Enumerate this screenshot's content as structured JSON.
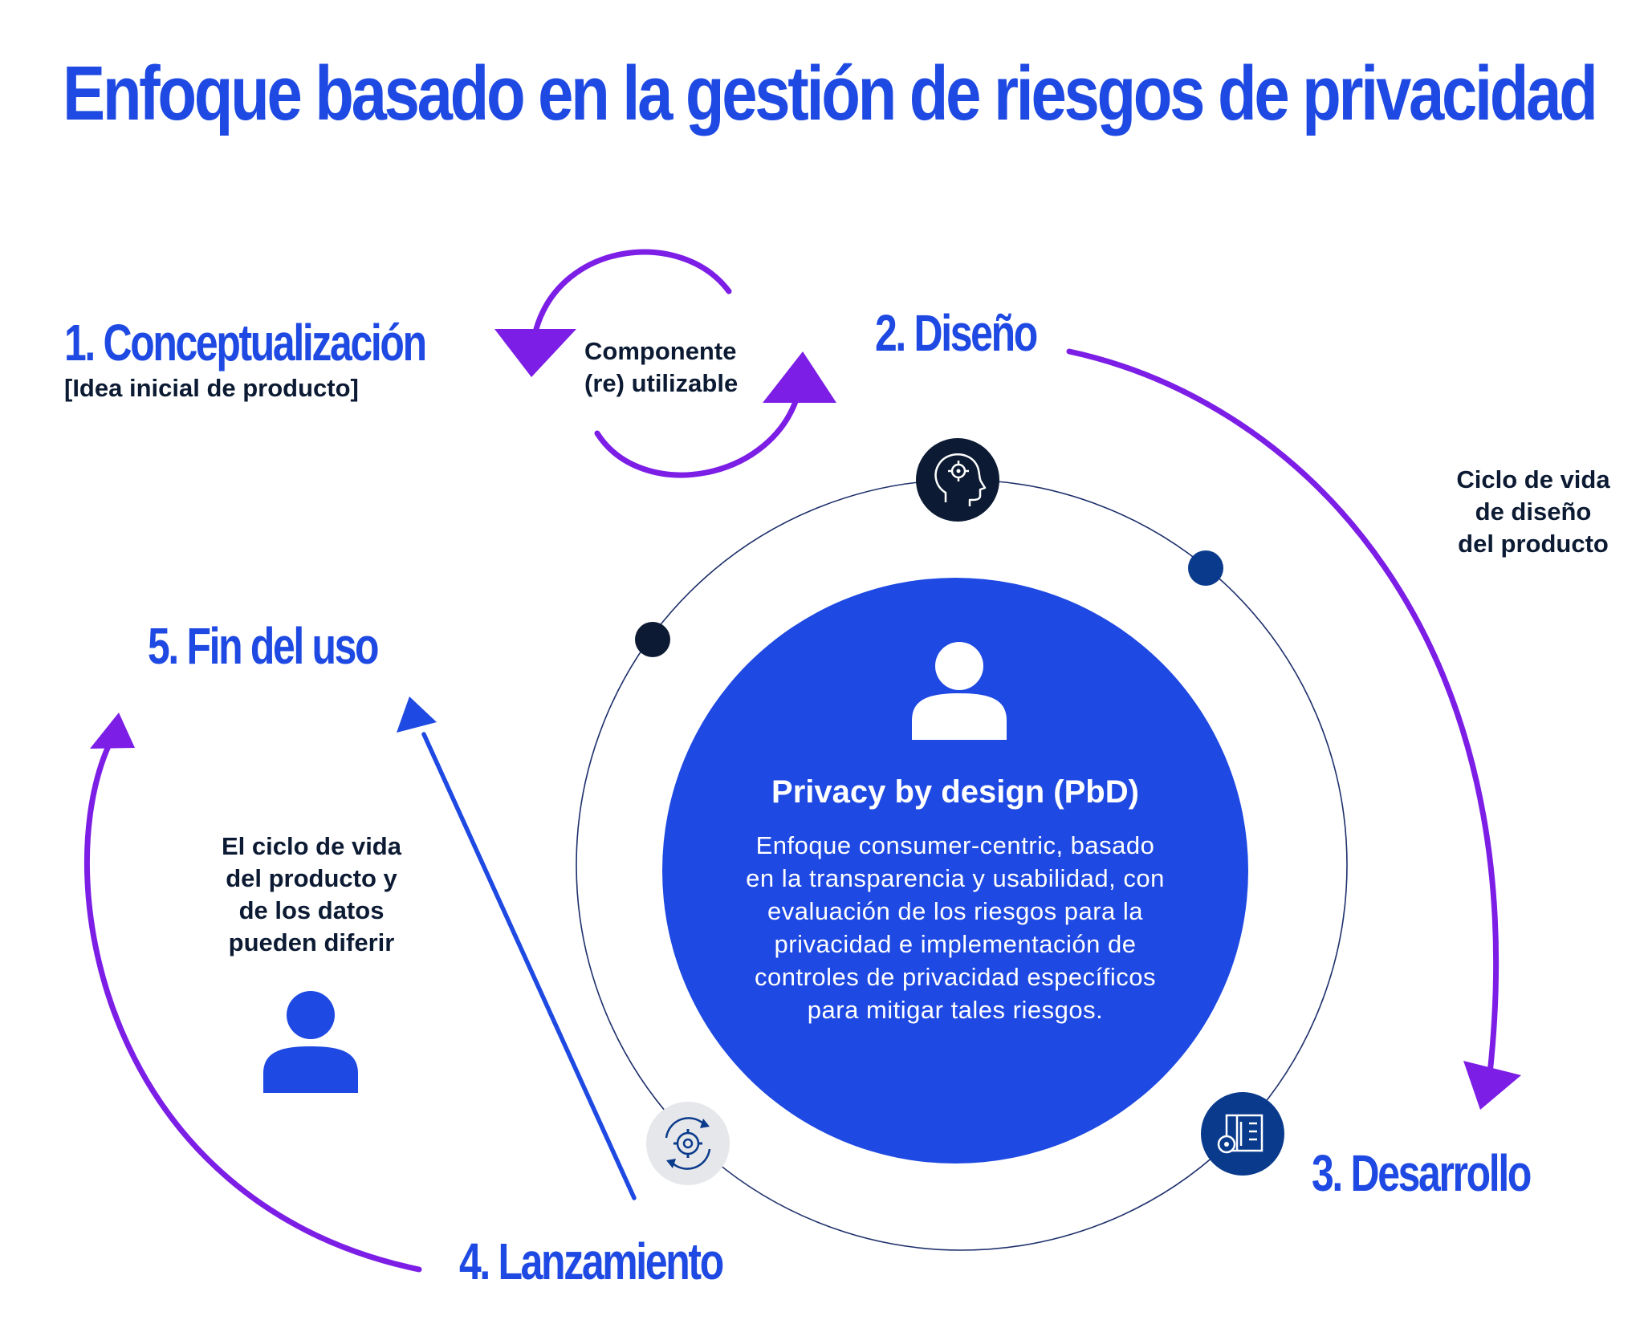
{
  "title": "Enfoque basado en la gestión de riesgos de privacidad",
  "stages": {
    "s1": {
      "label": "1. Conceptualización",
      "sub": "[Idea inicial de producto]"
    },
    "s2": {
      "label": "2. Diseño"
    },
    "s3": {
      "label": "3. Desarrollo"
    },
    "s4": {
      "label": "4. Lanzamiento"
    },
    "s5": {
      "label": "5. Fin del uso"
    }
  },
  "notes": {
    "reusable": [
      "Componente",
      "(re) utilizable"
    ],
    "design_lifecycle": [
      "Ciclo de vida",
      "de diseño",
      "del producto"
    ],
    "product_data_lifecycle": [
      "El ciclo de vida",
      "del producto y",
      "de los datos",
      "pueden diferir"
    ]
  },
  "center": {
    "title": "Privacy by design (PbD)",
    "body": [
      "Enfoque consumer-centric, basado",
      "en la transparencia y usabilidad, con",
      "evaluación de los riesgos para la",
      "privacidad e implementación de",
      "controles de privacidad específicos",
      "para mitigar tales riesgos."
    ]
  },
  "icons": {
    "top": "head-gear-icon",
    "right_bottom": "dashboard-gear-icon",
    "left_bottom": "cycle-gear-icon",
    "center": "person-icon",
    "left": "person-icon"
  },
  "colors": {
    "blue": "#1e49e2",
    "purple": "#7c1ee6",
    "navy": "#0c1b33",
    "dark_blue": "#0a3a8c",
    "text": "#0c1b33",
    "light_gray": "#e6e7ea"
  }
}
